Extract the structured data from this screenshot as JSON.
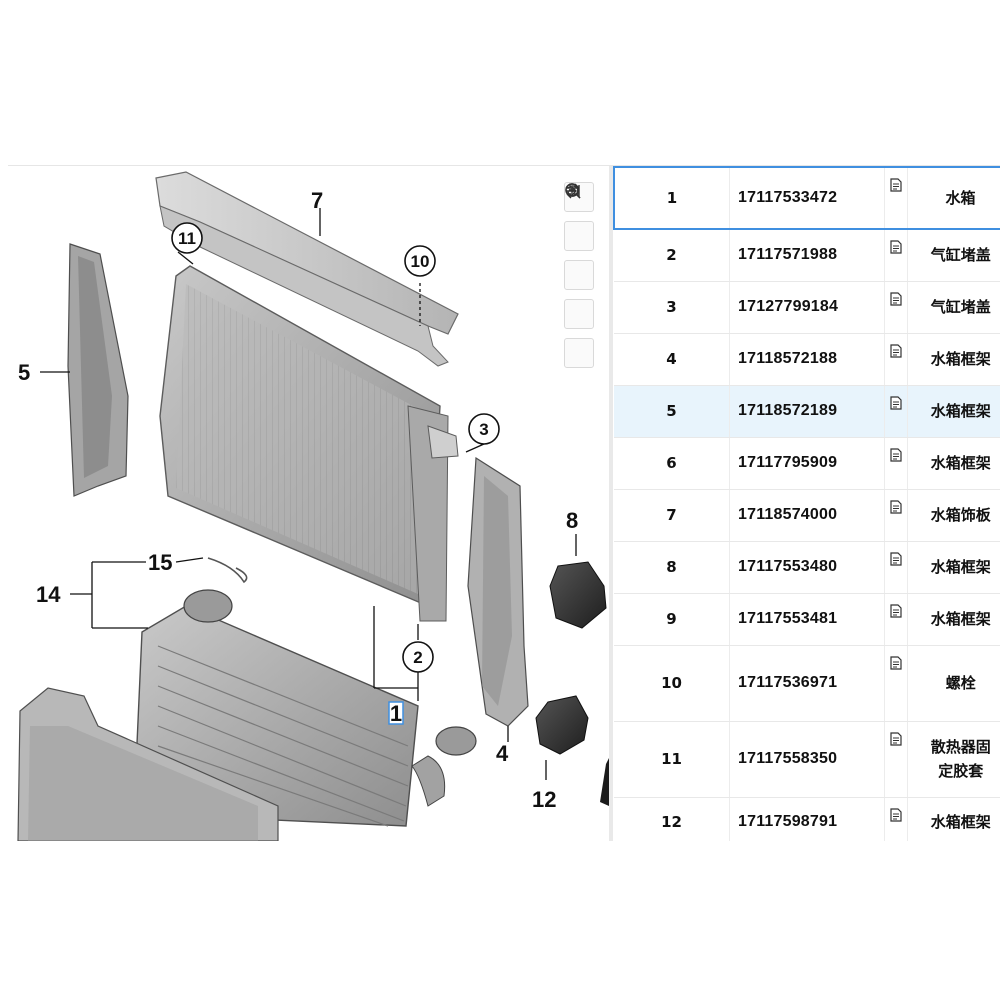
{
  "toolbar": {
    "icons": [
      "swap-arrows-icon",
      "zoom-in-icon",
      "zoom-out-icon",
      "rotate-icon",
      "collapse-panel-icon"
    ]
  },
  "diagram": {
    "callouts": {
      "c1": "1",
      "c2": "2",
      "c3": "3",
      "c4": "4",
      "c5": "5",
      "c7": "7",
      "c8": "8",
      "c10": "10",
      "c11": "11",
      "c12": "12",
      "c14": "14",
      "c15": "15"
    }
  },
  "parts": {
    "rows": [
      {
        "no": "1",
        "code": "17117533472",
        "name": "水箱"
      },
      {
        "no": "2",
        "code": "17117571988",
        "name": "气缸堵盖"
      },
      {
        "no": "3",
        "code": "17127799184",
        "name": "气缸堵盖"
      },
      {
        "no": "4",
        "code": "17118572188",
        "name": "水箱框架"
      },
      {
        "no": "5",
        "code": "17118572189",
        "name": "水箱框架"
      },
      {
        "no": "6",
        "code": "17117795909",
        "name": "水箱框架"
      },
      {
        "no": "7",
        "code": "17118574000",
        "name": "水箱饰板"
      },
      {
        "no": "8",
        "code": "17117553480",
        "name": "水箱框架"
      },
      {
        "no": "9",
        "code": "17117553481",
        "name": "水箱框架"
      },
      {
        "no": "10",
        "code": "17117536971",
        "name": "螺栓"
      },
      {
        "no": "11",
        "code": "17117558350",
        "name": "散热器固定胶套"
      },
      {
        "no": "12",
        "code": "17117598791",
        "name": "水箱框架"
      }
    ],
    "selected_row": 1,
    "highlighted_row": 5
  },
  "colors": {
    "selection": "#3f8fe0",
    "highlight": "#e8f4fc"
  }
}
